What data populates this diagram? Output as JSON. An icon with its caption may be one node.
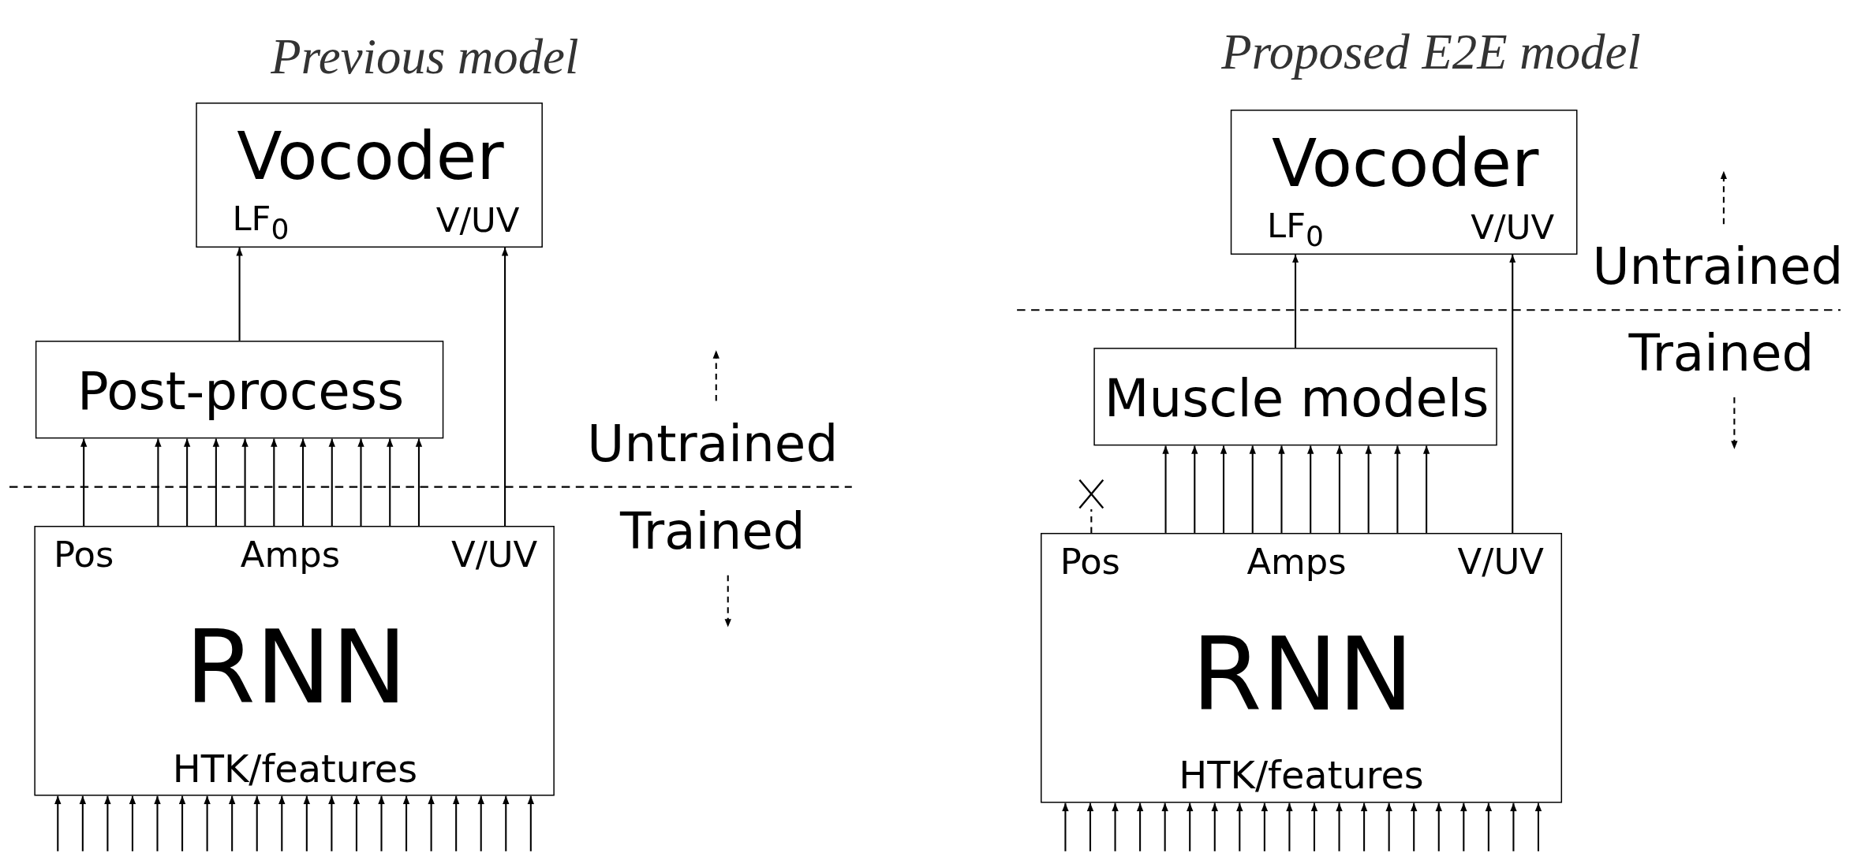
{
  "diagram": {
    "nodes": [
      {
        "text": [
          "Vocoder",
          "LF$_{0}$",
          "V/UV"
        ]
      },
      {
        "text": [
          "Post-process"
        ]
      },
      {
        "text": [
          "Pos",
          "Amps",
          "V/UV",
          "RNN",
          "HTK/features"
        ]
      },
      {
        "text": [
          "Vocoder",
          "LF$_{0}$",
          "V/UV"
        ]
      },
      {
        "text": [
          "Muscle models"
        ]
      },
      {
        "text": [
          "Pos",
          "Amps",
          "V/UV",
          "RNN",
          "HTK/features"
        ]
      },
      {
        "text": [],
        "shape": "cross"
      }
    ],
    "edges": [
      {
        "from": 2,
        "to": 1,
        "arrow": "to"
      },
      {
        "from": 2,
        "to": 1,
        "arrow": "to"
      },
      {
        "from": 2,
        "to": 1,
        "arrow": "to"
      },
      {
        "from": 2,
        "to": 1,
        "arrow": "to"
      },
      {
        "from": 2,
        "to": 1,
        "arrow": "to"
      },
      {
        "from": 2,
        "to": 1,
        "arrow": "to"
      },
      {
        "from": 2,
        "to": 1,
        "arrow": "to"
      },
      {
        "from": 2,
        "to": 1,
        "arrow": "to"
      },
      {
        "from": 2,
        "to": 1,
        "arrow": "to"
      },
      {
        "from": 2,
        "to": 1,
        "arrow": "to"
      },
      {
        "from": 2,
        "to": 1,
        "arrow": "to"
      },
      {
        "from": 1,
        "to": 0,
        "arrow": "to"
      },
      {
        "from": 2,
        "to": 0,
        "arrow": "to"
      },
      {
        "from": null,
        "to": 2,
        "arrow": "to"
      },
      {
        "from": null,
        "to": 2,
        "arrow": "to"
      },
      {
        "from": null,
        "to": 2,
        "arrow": "to"
      },
      {
        "from": null,
        "to": 2,
        "arrow": "to"
      },
      {
        "from": null,
        "to": 2,
        "arrow": "to"
      },
      {
        "from": null,
        "to": 2,
        "arrow": "to"
      },
      {
        "from": null,
        "to": 2,
        "arrow": "to"
      },
      {
        "from": null,
        "to": 2,
        "arrow": "to"
      },
      {
        "from": null,
        "to": 2,
        "arrow": "to"
      },
      {
        "from": null,
        "to": 2,
        "arrow": "to"
      },
      {
        "from": null,
        "to": 2,
        "arrow": "to"
      },
      {
        "from": null,
        "to": 2,
        "arrow": "to"
      },
      {
        "from": null,
        "to": 2,
        "arrow": "to"
      },
      {
        "from": null,
        "to": 2,
        "arrow": "to"
      },
      {
        "from": null,
        "to": 2,
        "arrow": "to"
      },
      {
        "from": null,
        "to": 2,
        "arrow": "to"
      },
      {
        "from": null,
        "to": 2,
        "arrow": "to"
      },
      {
        "from": null,
        "to": 2,
        "arrow": "to"
      },
      {
        "from": null,
        "to": 2,
        "arrow": "to"
      },
      {
        "from": null,
        "to": 2,
        "arrow": "to"
      },
      {
        "from": 5,
        "to": 6,
        "arrow": "none",
        "style": "dashed"
      },
      {
        "from": 5,
        "to": 4,
        "arrow": "to"
      },
      {
        "from": 5,
        "to": 4,
        "arrow": "to"
      },
      {
        "from": 5,
        "to": 4,
        "arrow": "to"
      },
      {
        "from": 5,
        "to": 4,
        "arrow": "to"
      },
      {
        "from": 5,
        "to": 4,
        "arrow": "to"
      },
      {
        "from": 5,
        "to": 4,
        "arrow": "to"
      },
      {
        "from": 5,
        "to": 4,
        "arrow": "to"
      },
      {
        "from": 5,
        "to": 4,
        "arrow": "to"
      },
      {
        "from": 5,
        "to": 4,
        "arrow": "to"
      },
      {
        "from": 5,
        "to": 4,
        "arrow": "to"
      },
      {
        "from": 4,
        "to": 3,
        "arrow": "to"
      },
      {
        "from": 5,
        "to": 3,
        "arrow": "to"
      },
      {
        "from": null,
        "to": 5,
        "arrow": "to"
      },
      {
        "from": null,
        "to": 5,
        "arrow": "to"
      },
      {
        "from": null,
        "to": 5,
        "arrow": "to"
      },
      {
        "from": null,
        "to": 5,
        "arrow": "to"
      },
      {
        "from": null,
        "to": 5,
        "arrow": "to"
      },
      {
        "from": null,
        "to": 5,
        "arrow": "to"
      },
      {
        "from": null,
        "to": 5,
        "arrow": "to"
      },
      {
        "from": null,
        "to": 5,
        "arrow": "to"
      },
      {
        "from": null,
        "to": 5,
        "arrow": "to"
      },
      {
        "from": null,
        "to": 5,
        "arrow": "to"
      },
      {
        "from": null,
        "to": 5,
        "arrow": "to"
      },
      {
        "from": null,
        "to": 5,
        "arrow": "to"
      },
      {
        "from": null,
        "to": 5,
        "arrow": "to"
      },
      {
        "from": null,
        "to": 5,
        "arrow": "to"
      },
      {
        "from": null,
        "to": 5,
        "arrow": "to"
      },
      {
        "from": null,
        "to": 5,
        "arrow": "to"
      },
      {
        "from": null,
        "to": 5,
        "arrow": "to"
      },
      {
        "from": null,
        "to": 5,
        "arrow": "to"
      },
      {
        "from": null,
        "to": 5,
        "arrow": "to"
      },
      {
        "from": null,
        "to": 5,
        "arrow": "to"
      }
    ],
    "labels": [
      "Previous model",
      "Proposed E2E model",
      "Untrained",
      "Trained",
      "Untrained",
      "Trained"
    ]
  }
}
